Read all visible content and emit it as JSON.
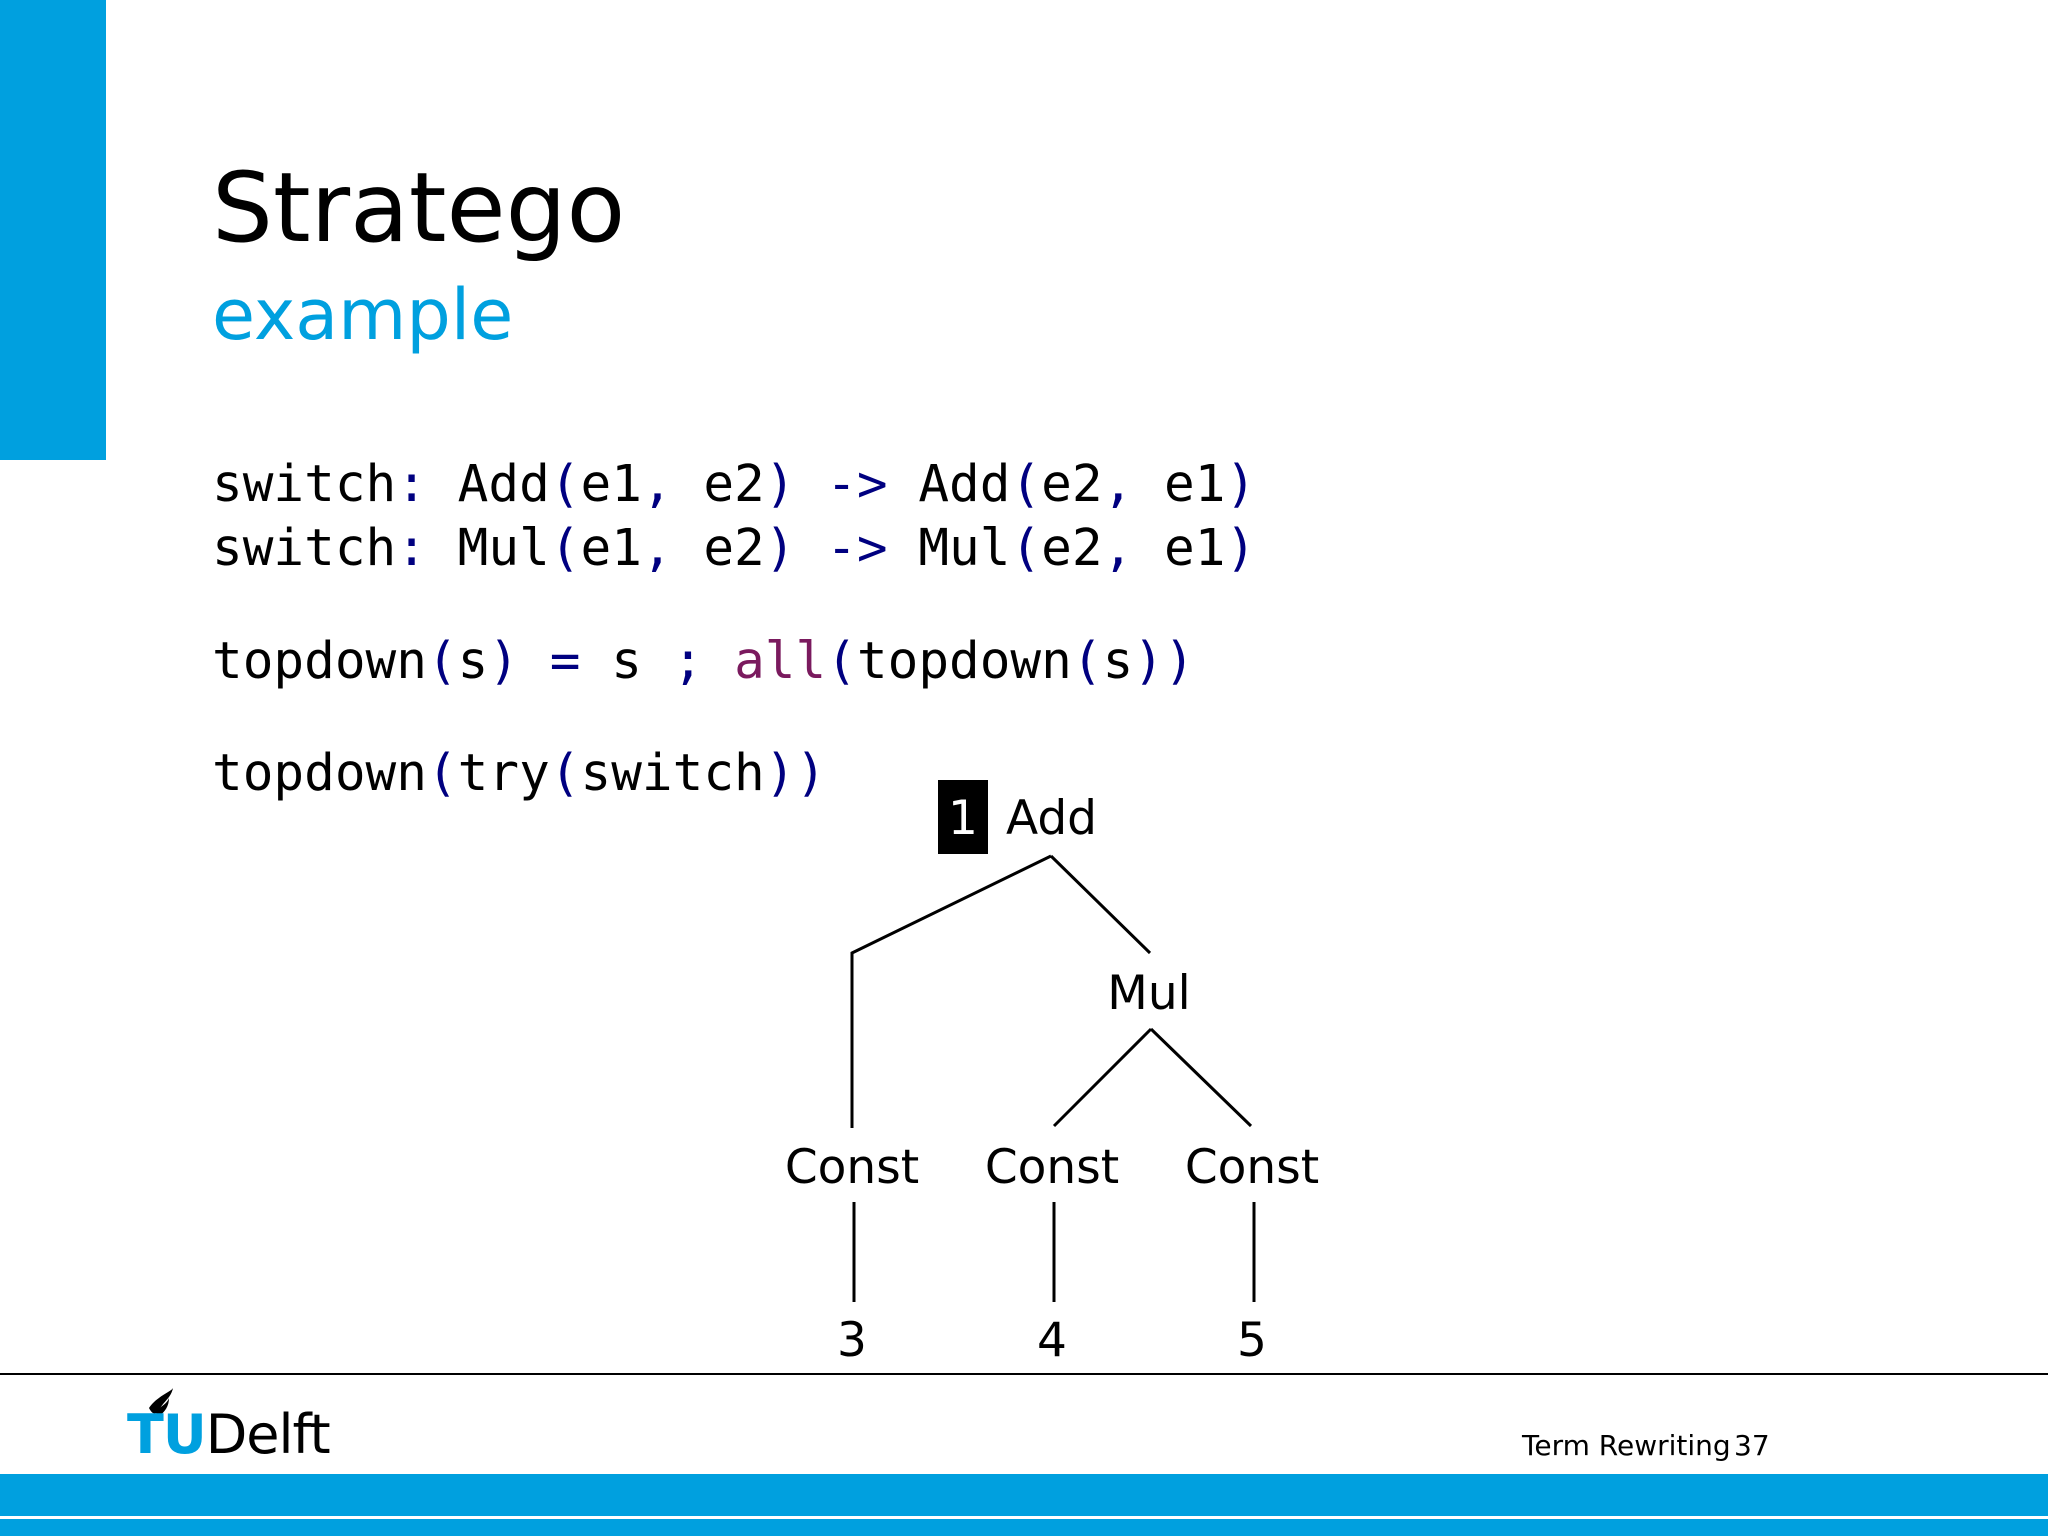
{
  "slide": {
    "title": "Stratego",
    "subtitle": "example",
    "accent_color": "#00a0df"
  },
  "code": {
    "rule1": [
      "switch",
      ": ",
      "Add",
      "(",
      "e1",
      ", ",
      "e2",
      ")",
      " -> ",
      "Add",
      "(",
      "e2",
      ", ",
      "e1",
      ")"
    ],
    "rule2": [
      "switch",
      ": ",
      "Mul",
      "(",
      "e1",
      ", ",
      "e2",
      ")",
      " -> ",
      "Mul",
      "(",
      "e2",
      ", ",
      "e1",
      ")"
    ],
    "topdown_def": [
      "topdown",
      "(",
      "s",
      ")",
      " = ",
      "s",
      " ; ",
      "all",
      "(",
      "topdown",
      "(",
      "s",
      "))"
    ],
    "invocation": [
      "topdown",
      "(",
      "try",
      "(",
      "switch",
      "))"
    ]
  },
  "tree": {
    "step_marker": "1",
    "root": "Add",
    "mul": "Mul",
    "const_left": "Const",
    "const_mid": "Const",
    "const_right": "Const",
    "leaf_left": "3",
    "leaf_mid": "4",
    "leaf_right": "5"
  },
  "footer": {
    "logo_tu": "TU",
    "logo_delft": "Delft",
    "course_title": "Term Rewriting",
    "page_number": "37"
  }
}
